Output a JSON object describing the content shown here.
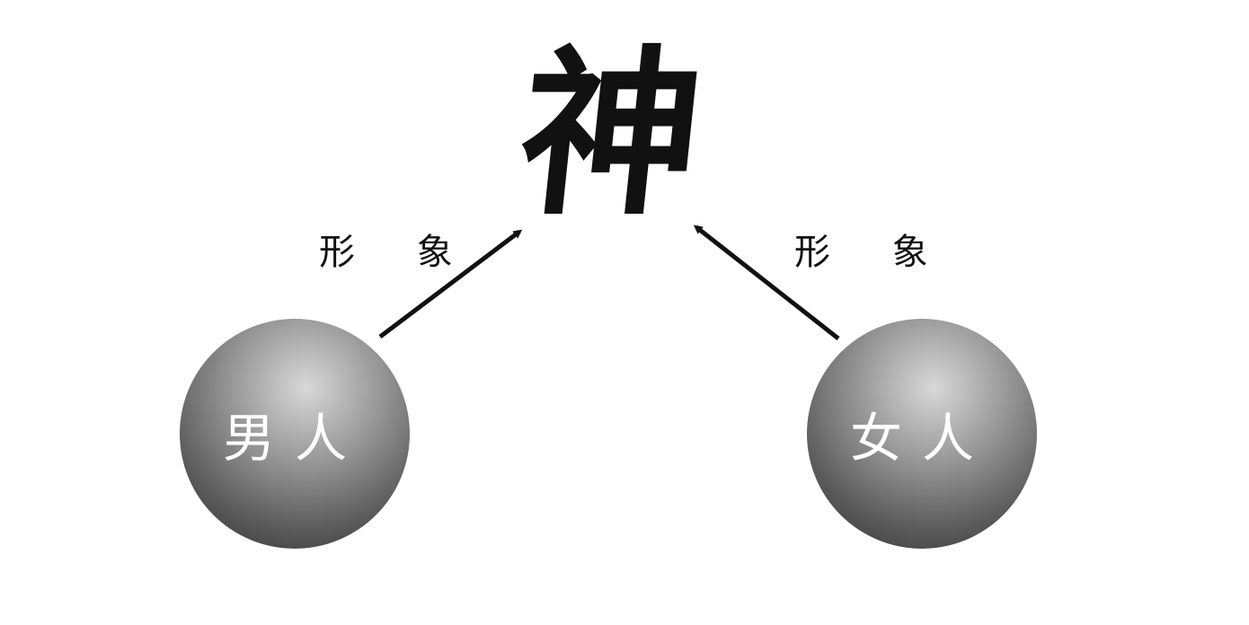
{
  "top": {
    "text": "神"
  },
  "left_label": "形 象",
  "right_label": "形 象",
  "left_node": "男人",
  "right_node": "女人"
}
